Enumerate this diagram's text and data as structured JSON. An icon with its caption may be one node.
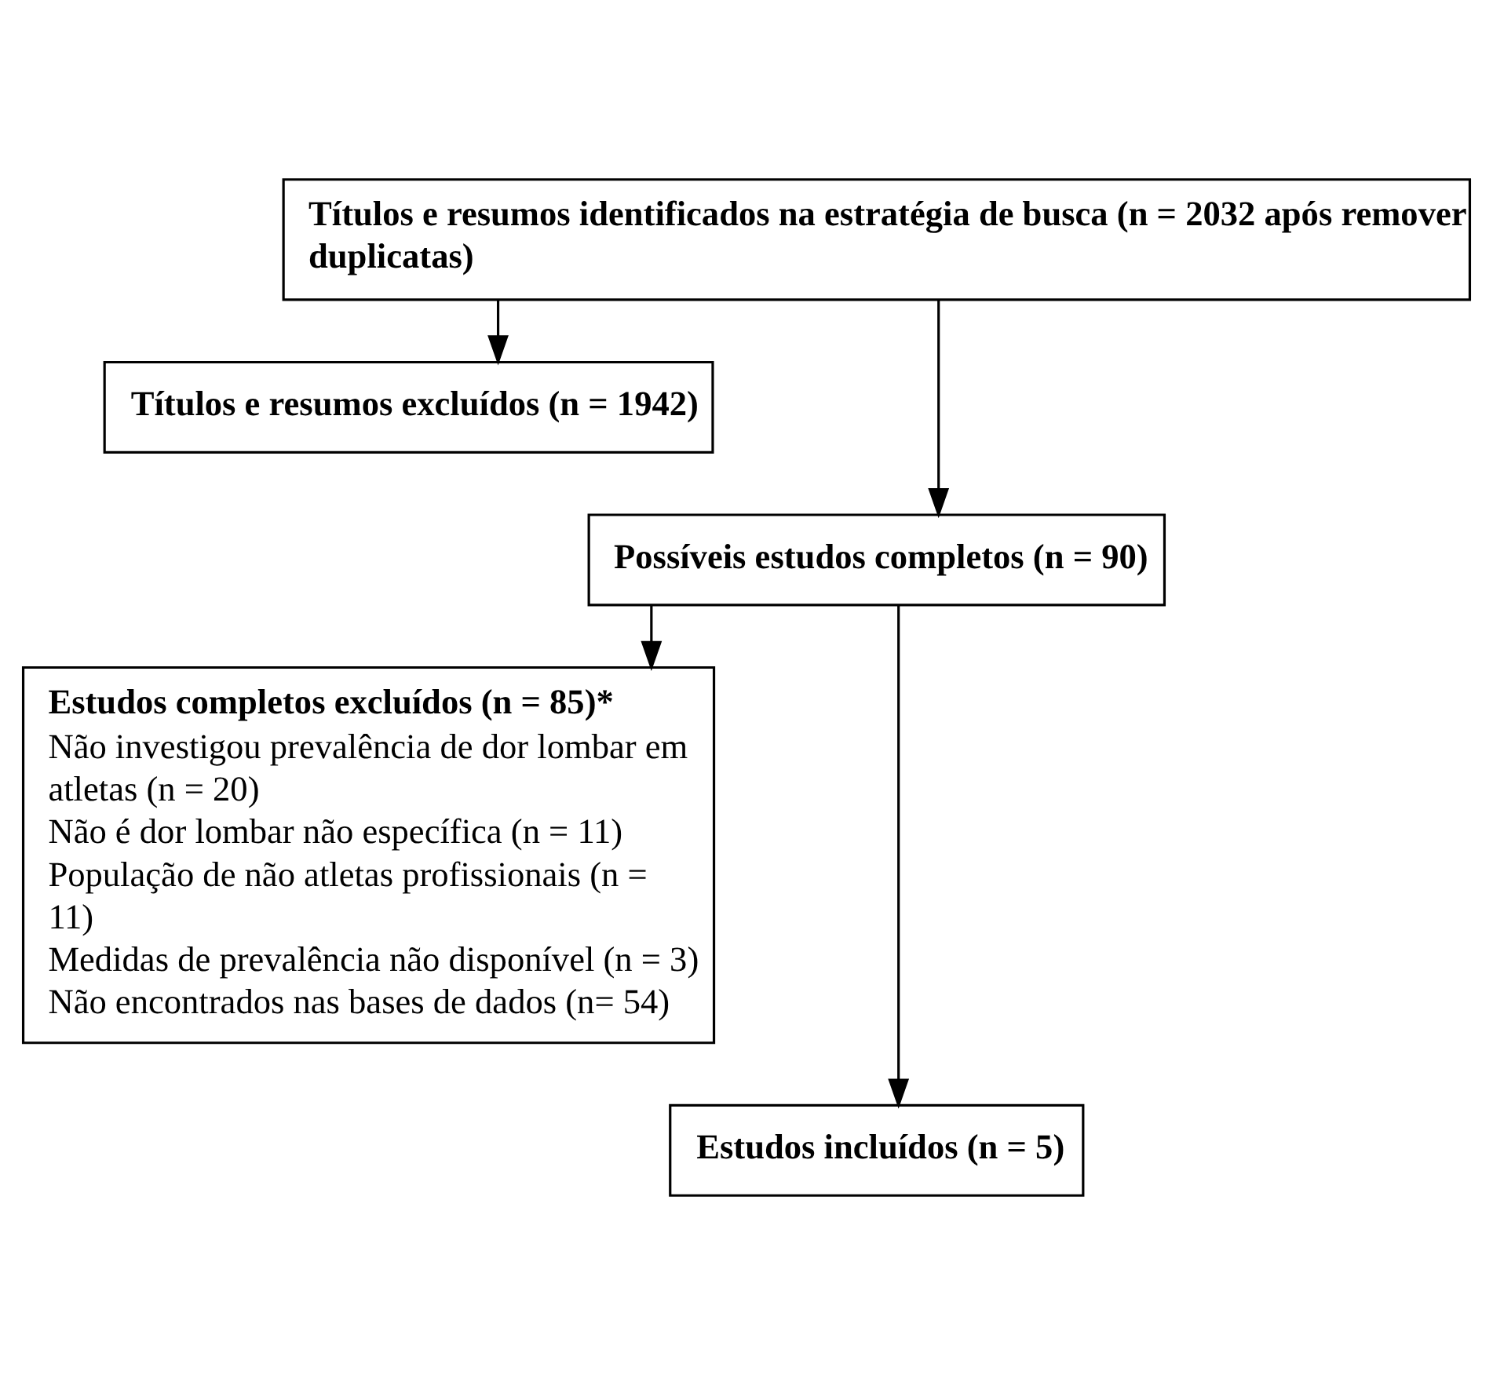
{
  "diagram": {
    "nodes": [
      {
        "text": [
          "Títulos e resumos identificados na estratégia de busca (n = 2032 após remover duplicatas)"
        ]
      },
      {
        "text": [
          "Títulos e resumos excluídos (n = 1942)"
        ]
      },
      {
        "text": [
          "Possíveis estudos completos (n = 90)"
        ]
      },
      {
        "text": [
          "Estudos completos excluídos (n = 85)*",
          "Não investigou prevalência de dor lombar em atletas (n = 20)",
          "Não é dor lombar não específica (n = 11)",
          "População de não atletas profissionais (n = 11)",
          "Medidas de prevalência não disponível (n = 3)",
          "Não encontrados nas bases de dados (n= 54)"
        ]
      },
      {
        "text": [
          "Estudos incluídos (n = 5)"
        ]
      }
    ],
    "edges": [
      {
        "from": 0,
        "to": 1,
        "arrow": "to"
      },
      {
        "from": 0,
        "to": 2,
        "arrow": "to"
      },
      {
        "from": 2,
        "to": 3,
        "arrow": "to"
      },
      {
        "from": 2,
        "to": 4,
        "arrow": "to"
      }
    ]
  }
}
